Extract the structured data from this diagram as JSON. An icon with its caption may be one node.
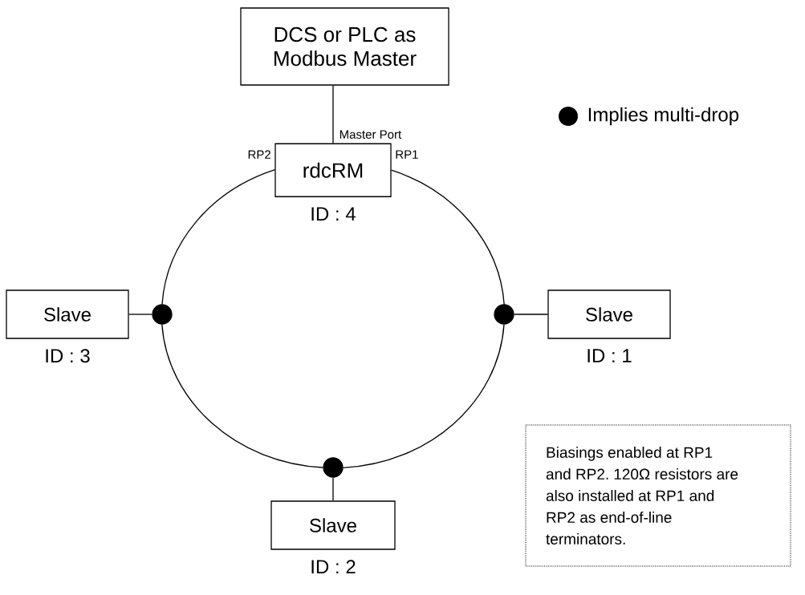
{
  "diagram": {
    "nodes": [
      {
        "text": [
          "DCS or PLC as Modbus Master"
        ]
      },
      {
        "text": [
          "rdcRM"
        ],
        "beside": [
          "ID : 4"
        ]
      },
      {
        "text": [
          "Slave"
        ],
        "beside": [
          "ID : 3"
        ]
      },
      {
        "text": [
          "Slave"
        ],
        "beside": [
          "ID : 1"
        ]
      },
      {
        "text": [
          "Slave"
        ],
        "beside": [
          "ID : 2"
        ]
      },
      {
        "text": [],
        "shape": "circle"
      },
      {
        "text": [],
        "shape": "circle"
      },
      {
        "text": [],
        "shape": "circle"
      },
      {
        "text": [
          "Biasings enabled at RP1 and RP2. 120Ω resistors are also installed at RP1 and RP2 as end-of-line terminators."
        ]
      }
    ],
    "edges": [
      {
        "from": 0,
        "to": 1,
        "arrow": "none",
        "label": "Master Port"
      },
      {
        "from": 1,
        "to": 6,
        "arrow": "none"
      },
      {
        "from": 6,
        "to": 7,
        "arrow": "none"
      },
      {
        "from": 7,
        "to": 5,
        "arrow": "none"
      },
      {
        "from": 5,
        "to": 1,
        "arrow": "none"
      },
      {
        "from": 5,
        "to": 2,
        "arrow": "none"
      },
      {
        "from": 6,
        "to": 3,
        "arrow": "none"
      },
      {
        "from": 7,
        "to": 4,
        "arrow": "none"
      }
    ],
    "labels": [
      "RP2",
      "RP1"
    ],
    "legend": [
      {
        "text": "Implies multi-drop"
      }
    ]
  }
}
